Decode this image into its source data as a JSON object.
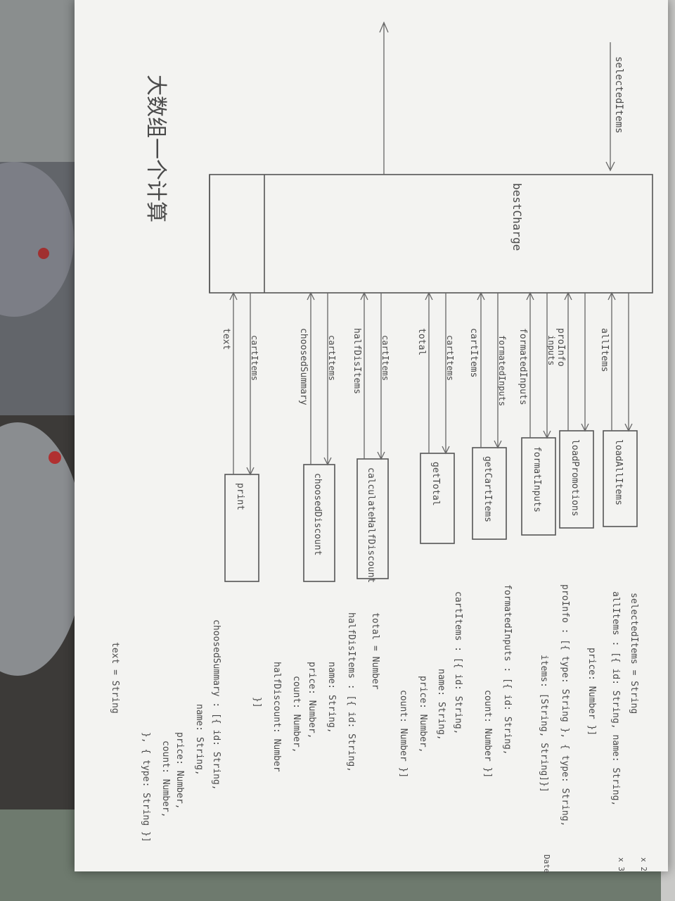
{
  "title": "大数组一个计算",
  "main_box_label": "bestCharge",
  "input_label": "selectedItems",
  "functions": [
    {
      "name": "loadAllItems",
      "out": "allItems",
      "in": ""
    },
    {
      "name": "loadPromotions",
      "out": "proInfo",
      "in": ""
    },
    {
      "name": "formatInputs",
      "out": "formatedInputs",
      "in": "inputs"
    },
    {
      "name": "getCartItems",
      "out": "cartItems",
      "in": "formatedInputs"
    },
    {
      "name": "getTotal",
      "out": "total",
      "in": "cartItems"
    },
    {
      "name": "calculateHalfDiscount",
      "out": "halfDisItems",
      "in": "cartItems"
    },
    {
      "name": "choosedDiscount",
      "out": "choosedSummary",
      "in": "cartItems"
    },
    {
      "name": "print",
      "out": "text",
      "in": "cartItems"
    }
  ],
  "definitions": [
    "selectedItems = String",
    "allItems : [{ id: String, name: String,",
    "price: Number }]",
    "proInfo : [{ type: String }, { type: String,",
    "items: [String, String]}]",
    "formatedInputs : [{ id: String,",
    "count: Number }]",
    "cartItems : [{ id: String,",
    "name: String,",
    "price: Number,",
    "count: Number }]",
    "total = Number",
    "halfDisItems : [{ id: String,",
    "name: String,",
    "price: Number,",
    "count: Number,",
    "halfDiscount: Number",
    "}]",
    "choosedSummary : [{ id: String,",
    "name: String,",
    "price: Number,",
    "count: Number,",
    "}, { type: String }]",
    "text = String"
  ],
  "edge_notes": [
    "x 2",
    "x 3",
    "Date"
  ],
  "colors": {
    "paper": "#f3f3f1",
    "pencil": "#555555",
    "background": "#5b5f62"
  }
}
